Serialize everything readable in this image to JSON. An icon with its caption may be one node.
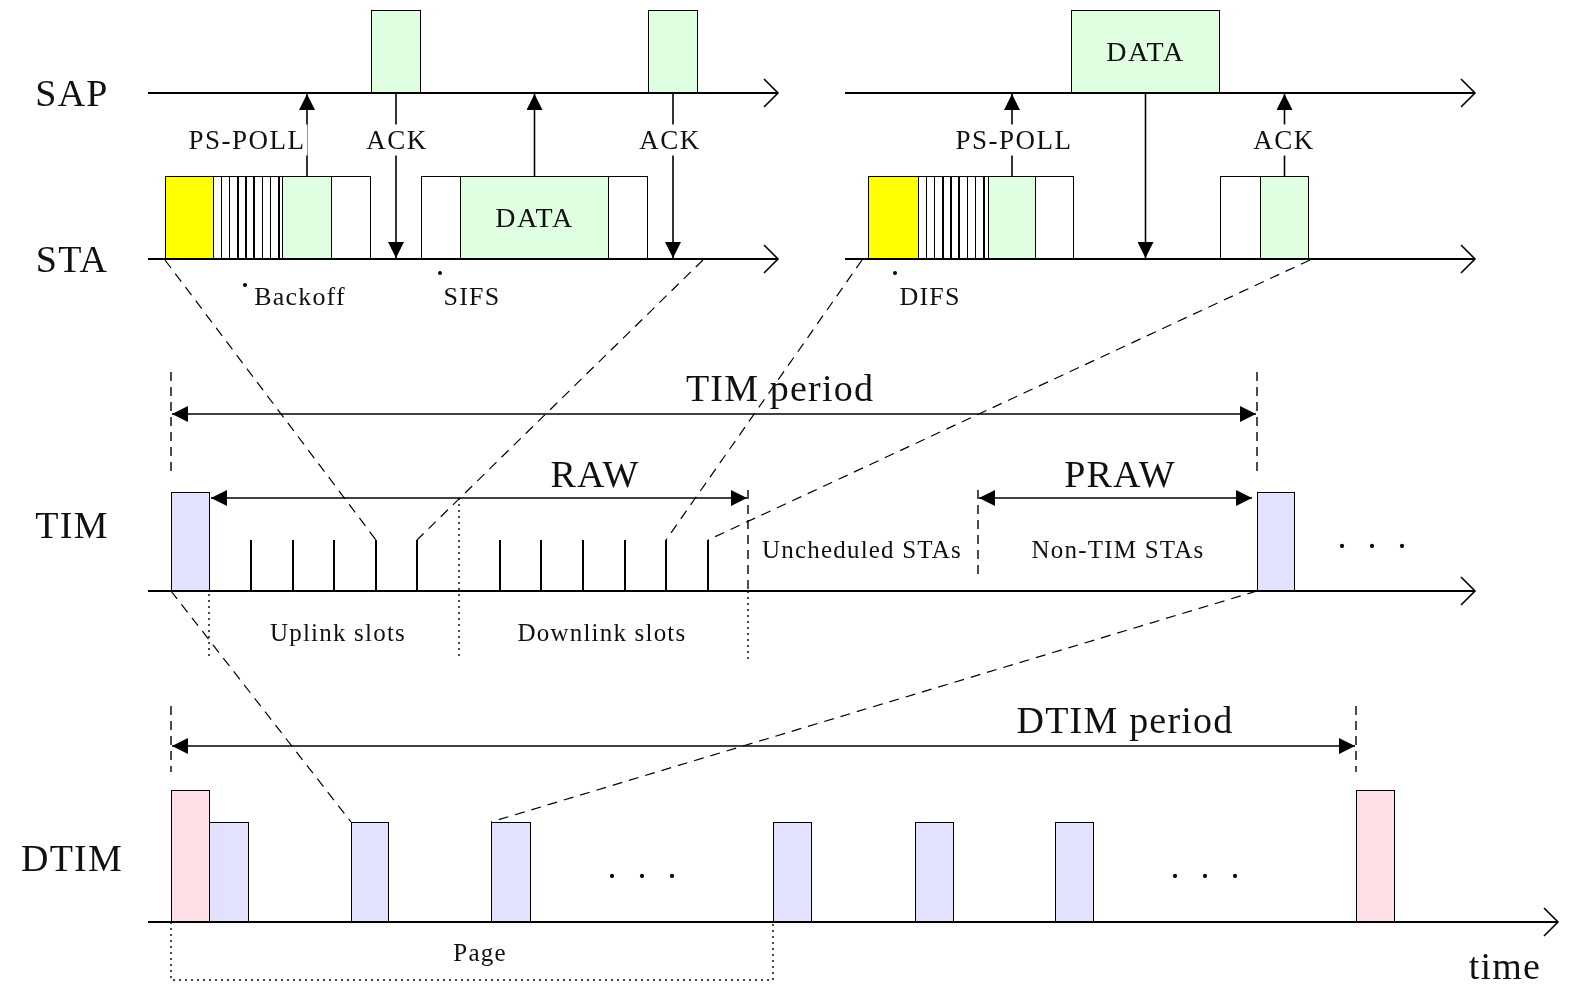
{
  "diagram": {
    "nodes": [
      {
        "text": [],
        "shape": "box"
      },
      {
        "text": [],
        "shape": "box"
      },
      {
        "text": [
          "DATA"
        ]
      },
      {
        "text": [],
        "shape": "box"
      },
      {
        "text": [],
        "shape": "box"
      },
      {
        "text": [],
        "shape": "box"
      },
      {
        "text": [],
        "shape": "box"
      },
      {
        "text": [],
        "shape": "box"
      },
      {
        "text": [
          "DATA"
        ]
      },
      {
        "text": [],
        "shape": "box"
      },
      {
        "text": [],
        "shape": "box"
      },
      {
        "text": [],
        "shape": "box"
      },
      {
        "text": [],
        "shape": "box"
      },
      {
        "text": [],
        "shape": "box"
      },
      {
        "text": [],
        "shape": "box"
      },
      {
        "text": [],
        "shape": "box"
      },
      {
        "text": [],
        "shape": "box"
      },
      {
        "text": [],
        "shape": "box"
      },
      {
        "text": [],
        "shape": "box"
      },
      {
        "text": [],
        "shape": "box"
      },
      {
        "text": [],
        "shape": "box"
      },
      {
        "text": [],
        "shape": "box"
      },
      {
        "text": [],
        "shape": "box"
      },
      {
        "text": [],
        "shape": "box"
      },
      {
        "text": [],
        "shape": "box"
      },
      {
        "text": [],
        "shape": "box"
      },
      {
        "text": [],
        "shape": "line"
      },
      {
        "text": [],
        "shape": "line"
      },
      {
        "text": [],
        "shape": "line"
      },
      {
        "text": [],
        "shape": "line"
      },
      {
        "text": [],
        "shape": "line"
      },
      {
        "text": [],
        "shape": "line"
      },
      {
        "text": [],
        "shape": "line"
      },
      {
        "text": [],
        "shape": "line"
      },
      {
        "text": [],
        "shape": "line"
      },
      {
        "text": [],
        "shape": "line"
      },
      {
        "text": [],
        "shape": "line"
      },
      {
        "text": [],
        "shape": "line"
      },
      {
        "text": [],
        "shape": "line"
      },
      {
        "text": [],
        "shape": "line"
      },
      {
        "text": [],
        "shape": "line"
      },
      {
        "text": [],
        "shape": "line"
      },
      {
        "text": [],
        "shape": "line"
      }
    ],
    "edges": [
      {
        "from": 5,
        "to": 26,
        "arrow": "to",
        "label": "PS-POLL"
      },
      {
        "from": 0,
        "to": 28,
        "arrow": "to",
        "label": "ACK"
      },
      {
        "from": 8,
        "to": 26,
        "arrow": "to"
      },
      {
        "from": 1,
        "to": 28,
        "arrow": "to",
        "label": "ACK"
      },
      {
        "from": 12,
        "to": 27,
        "arrow": "to",
        "label": "PS-POLL"
      },
      {
        "from": 2,
        "to": 29,
        "arrow": "to"
      },
      {
        "from": 15,
        "to": 27,
        "arrow": "to",
        "label": "ACK"
      },
      {
        "from": 16,
        "to": 20,
        "arrow": "none",
        "style": "dashed"
      },
      {
        "from": 17,
        "to": 21,
        "arrow": "none",
        "style": "dashed"
      },
      {
        "from": 28,
        "to": 33,
        "arrow": "none",
        "style": "dashed"
      },
      {
        "from": 28,
        "to": 34,
        "arrow": "none",
        "style": "dashed"
      },
      {
        "from": 29,
        "to": 39,
        "arrow": "none",
        "style": "dashed"
      },
      {
        "from": 29,
        "to": 40,
        "arrow": "none",
        "style": "dashed"
      }
    ],
    "labels": [
      "SAP",
      "STA",
      "Backoff",
      "SIFS",
      "DIFS",
      "TIM period",
      "RAW",
      "PRAW",
      "TIM",
      "Uncheduled STAs",
      "Non-TIM STAs",
      ". . .",
      "Uplink slots",
      "Downlink slots",
      "DTIM period",
      "DTIM",
      ". . .",
      ". . .",
      "Page",
      "time"
    ]
  }
}
